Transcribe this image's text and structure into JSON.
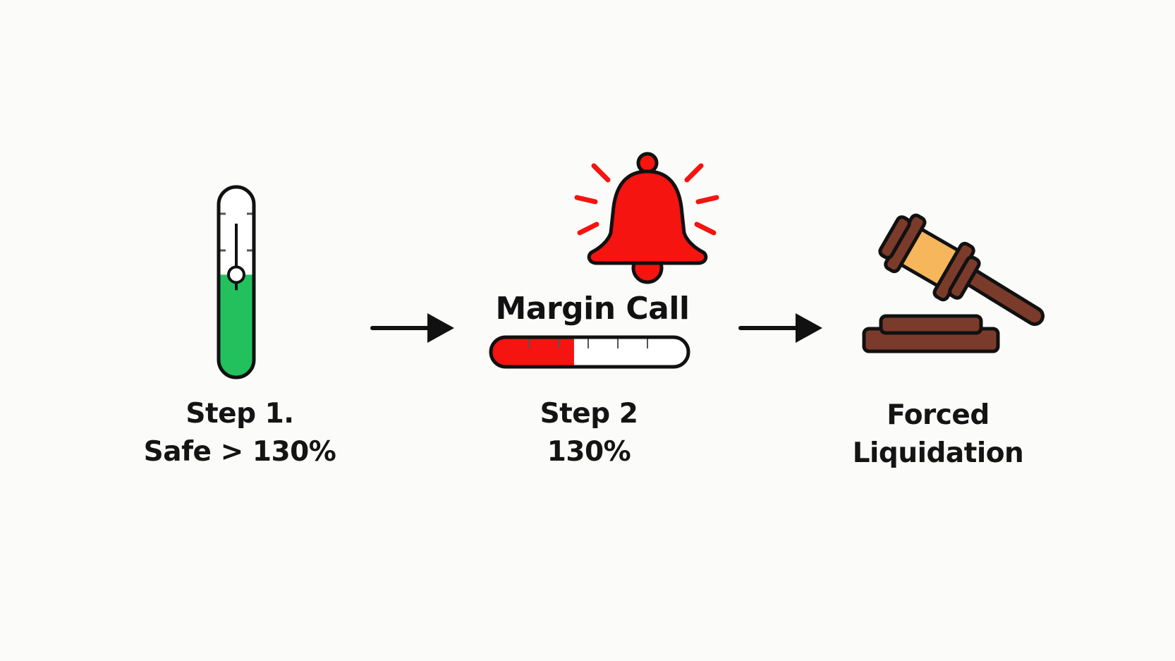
{
  "colors": {
    "safe_green": "#22c15e",
    "alert_red": "#f5140f",
    "gavel_brown": "#7b3b2b",
    "gavel_band": "#f5b65c",
    "outline": "#111111",
    "background": "#fbfbf9"
  },
  "steps": [
    {
      "icon": "thermometer-gauge-icon",
      "lines": [
        "Step 1.",
        "Safe > 130%"
      ],
      "fill_fraction": 0.54
    },
    {
      "icon": "bell-icon",
      "label": "Margin Call",
      "lines": [
        "Step 2",
        "130%"
      ],
      "fill_fraction": 0.42
    },
    {
      "icon": "gavel-icon",
      "lines": [
        "Forced",
        "Liquidation"
      ]
    }
  ],
  "connectors": [
    "arrow-right-icon",
    "arrow-right-icon"
  ]
}
